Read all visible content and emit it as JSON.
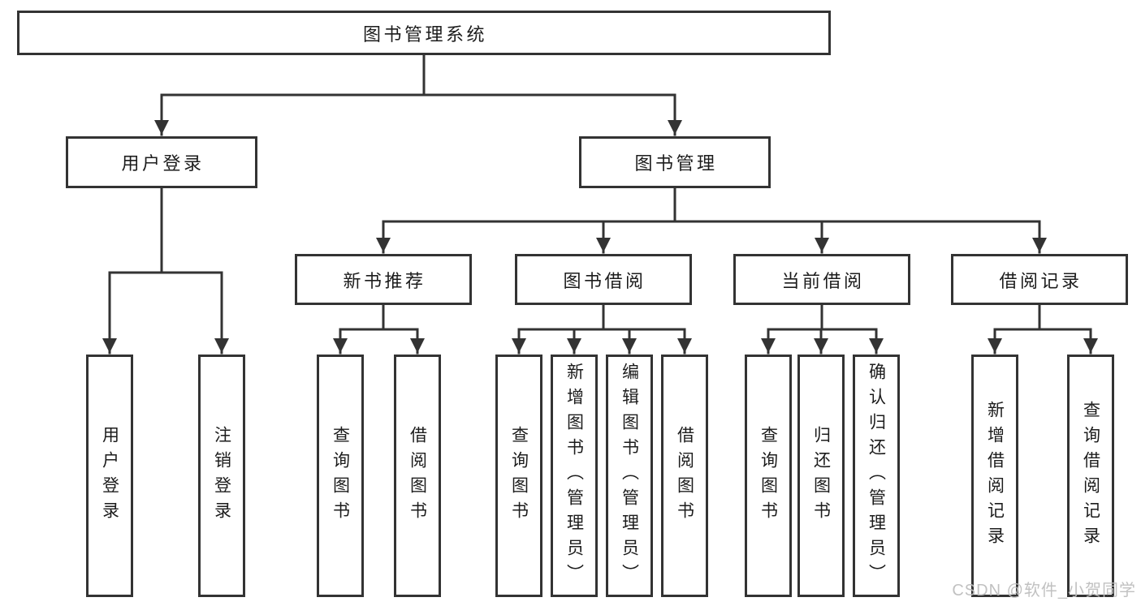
{
  "diagram": {
    "root": {
      "label": "图书管理系统"
    },
    "branches": [
      {
        "label": "用户登录",
        "children": [
          {
            "label": "用户登录"
          },
          {
            "label": "注销登录"
          }
        ]
      },
      {
        "label": "图书管理",
        "children": [
          {
            "label": "新书推荐",
            "children": [
              {
                "label": "查询图书"
              },
              {
                "label": "借阅图书"
              }
            ]
          },
          {
            "label": "图书借阅",
            "children": [
              {
                "label": "查询图书"
              },
              {
                "label": "新增图书（管理员）"
              },
              {
                "label": "编辑图书（管理员）"
              },
              {
                "label": "借阅图书"
              }
            ]
          },
          {
            "label": "当前借阅",
            "children": [
              {
                "label": "查询图书"
              },
              {
                "label": "归还图书"
              },
              {
                "label": "确认归还（管理员）"
              }
            ]
          },
          {
            "label": "借阅记录",
            "children": [
              {
                "label": "新增借阅记录"
              },
              {
                "label": "查询借阅记录"
              }
            ]
          }
        ]
      }
    ]
  },
  "watermark": {
    "text": "CSDN @软件_小贺同学"
  },
  "colors": {
    "line": "#333333",
    "text": "#1c1c1c",
    "watermark": "#bebebe",
    "background": "#ffffff"
  }
}
